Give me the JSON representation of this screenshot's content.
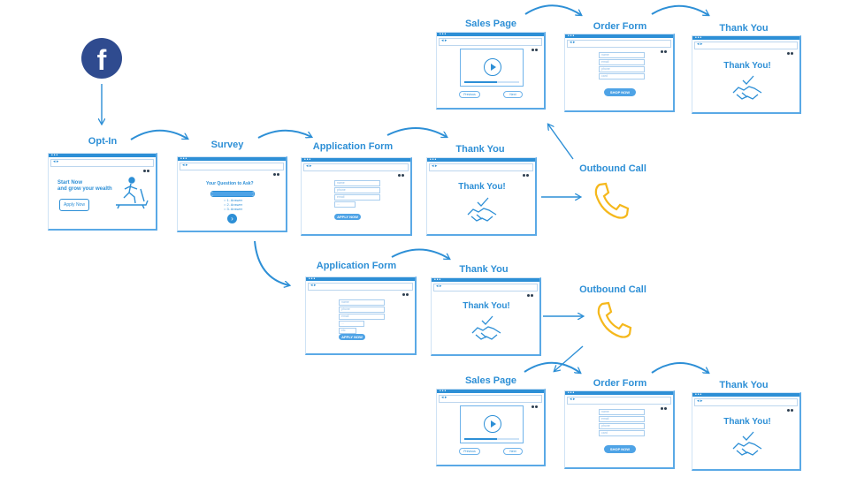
{
  "funnel": {
    "social_icon": "facebook-icon",
    "nodes": {
      "opt_in": "Opt-In",
      "survey": "Survey",
      "application_form": "Application Form",
      "thank_you": "Thank You",
      "outbound_call": "Outbound Call",
      "sales_page": "Sales Page",
      "order_form": "Order Form"
    },
    "optin_page": {
      "headline_1": "Start Now",
      "headline_2": "and grow your wealth",
      "button": "Apply Now"
    },
    "survey_page": {
      "question": "Your Question to Ask?",
      "options": [
        "1. Answer",
        "2. Answer",
        "3. Answer"
      ]
    },
    "application_page": {
      "fields": [
        "name",
        "phone",
        "email",
        "...",
        "etc"
      ],
      "submit": "APPLY NOW"
    },
    "thankyou_page": {
      "heading": "Thank You!"
    },
    "order_page": {
      "fields": [
        "name",
        "email",
        "phone",
        "card"
      ],
      "submit": "SHOP NOW"
    },
    "sales_page": {
      "prev": "Previous",
      "next": "Next"
    }
  },
  "colors": {
    "accent": "#2d8fd6",
    "phone": "#f5b81c",
    "facebook": "#2f4b8f"
  }
}
